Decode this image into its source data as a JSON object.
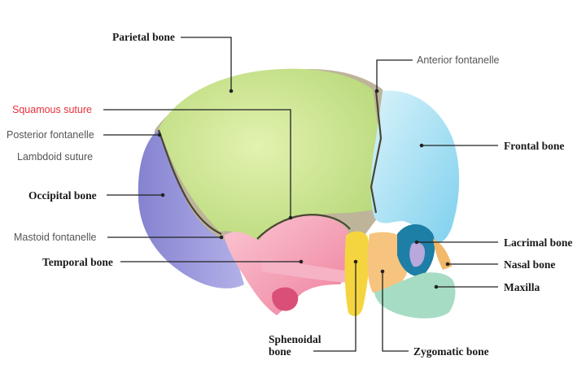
{
  "labels": {
    "parietal": "Parietal bone",
    "anterior_fontanelle": "Anterior fontanelle",
    "squamous_suture": "Squamous suture",
    "posterior_fontanelle": "Posterior fontanelle",
    "lambdoid_suture": "Lambdoid suture",
    "frontal": "Frontal bone",
    "occipital": "Occipital bone",
    "mastoid_fontanelle": "Mastoid fontanelle",
    "lacrimal": "Lacrimal bone",
    "temporal": "Temporal bone",
    "nasal": "Nasal bone",
    "maxilla": "Maxilla",
    "sphenoidal_line1": "Sphenoidal",
    "sphenoidal_line2": "bone",
    "zygomatic": "Zygomatic bone"
  },
  "colors": {
    "parietal": "#c9e48a",
    "frontal": "#a9e3f3",
    "occipital": "#9a98dc",
    "temporal": "#f6a9bd",
    "sphenoid": "#f5d53f",
    "zygomatic": "#f6c47e",
    "maxilla": "#a6dcc4",
    "nasal": "#f3b86a",
    "lacrimal": "#b8a8dc",
    "fontanelle": "#bdb49a",
    "accent_red": "#e8303a"
  }
}
